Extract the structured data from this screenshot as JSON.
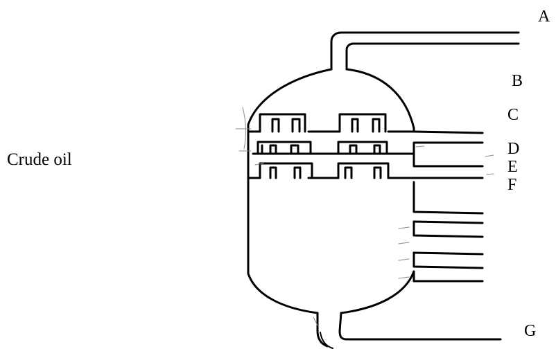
{
  "diagram": {
    "feed_label": "Crude oil",
    "outlets": {
      "a": "A",
      "b": "B",
      "c": "C",
      "d": "D",
      "e": "E",
      "f": "F",
      "g": "G"
    }
  },
  "colors": {
    "ink": "#000000",
    "pencil_sketch": "#8a8a8a",
    "background": "#ffffff"
  }
}
